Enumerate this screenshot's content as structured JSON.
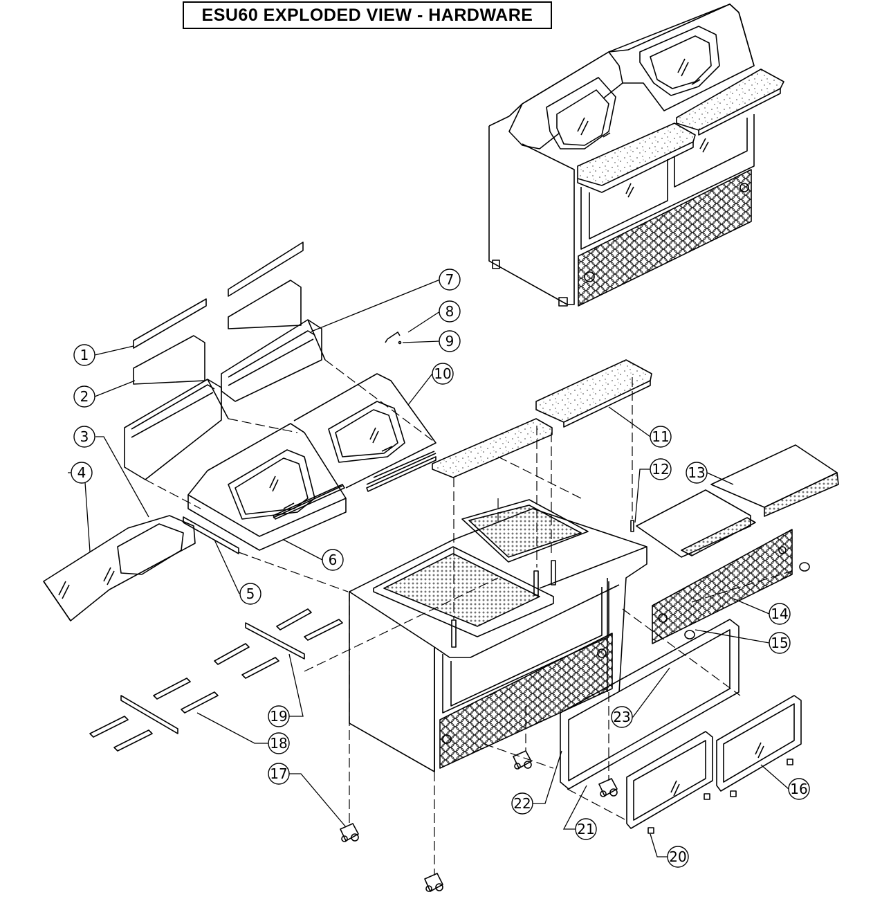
{
  "title": "ESU60 EXPLODED VIEW - HARDWARE",
  "callouts": [
    {
      "num": "1",
      "label": "1"
    },
    {
      "num": "2",
      "label": "2"
    },
    {
      "num": "3",
      "label": "3"
    },
    {
      "num": "4",
      "label": "4"
    },
    {
      "num": "5",
      "label": "5"
    },
    {
      "num": "6",
      "label": "6"
    },
    {
      "num": "7",
      "label": "7"
    },
    {
      "num": "8",
      "label": "8"
    },
    {
      "num": "9",
      "label": "9"
    },
    {
      "num": "10",
      "label": "10"
    },
    {
      "num": "11",
      "label": "11"
    },
    {
      "num": "12",
      "label": "12"
    },
    {
      "num": "13",
      "label": "13"
    },
    {
      "num": "14",
      "label": "14"
    },
    {
      "num": "15",
      "label": "15"
    },
    {
      "num": "16",
      "label": "16"
    },
    {
      "num": "17",
      "label": "17"
    },
    {
      "num": "18",
      "label": "18"
    },
    {
      "num": "19",
      "label": "19"
    },
    {
      "num": "20",
      "label": "20"
    },
    {
      "num": "21",
      "label": "21"
    },
    {
      "num": "22",
      "label": "22"
    },
    {
      "num": "23",
      "label": "23"
    }
  ],
  "colors": {
    "line": "#000000",
    "background": "#ffffff",
    "hatch": "#555555"
  }
}
